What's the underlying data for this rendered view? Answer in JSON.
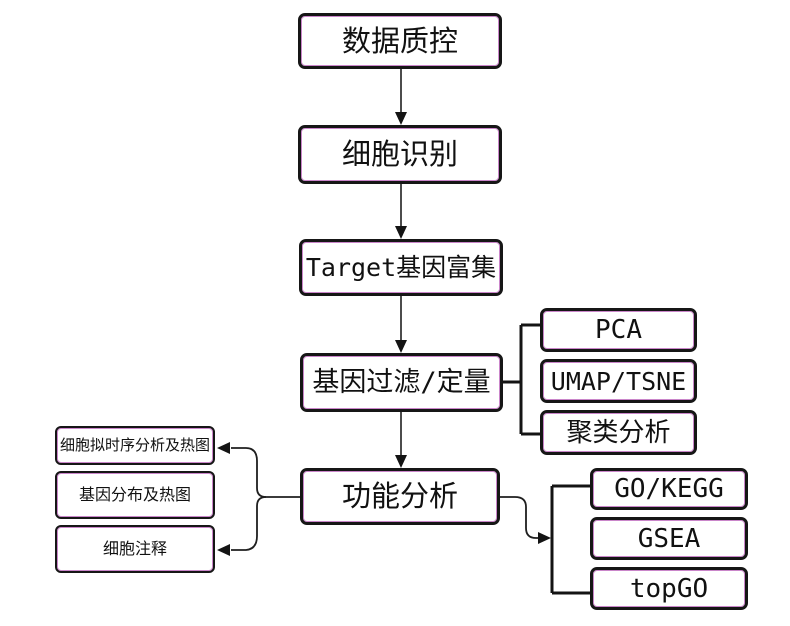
{
  "diagram": {
    "title": "single-cell analysis pipeline flowchart",
    "background_color": "#ffffff",
    "line_color": "#1f1f1f",
    "box_border_color": "#161616",
    "box_inner_line_color": "#ca86ca",
    "text_color": "#111111",
    "nodes": {
      "qc": "数据质控",
      "cell_recognition": "细胞识别",
      "target_enrichment": "Target基因富集",
      "gene_filter_quant": "基因过滤/定量",
      "functional_analysis": "功能分析",
      "pca": "PCA",
      "umap_tsne": "UMAP/TSNE",
      "clustering": "聚类分析",
      "go_kegg": "GO/KEGG",
      "gsea": "GSEA",
      "topgo": "topGO",
      "pseudotime_heatmap": "细胞拟时序分析及热图",
      "gene_dist_heatmap": "基因分布及热图",
      "cell_annotation": "细胞注释"
    },
    "edges": [
      {
        "from": "数据质控",
        "to": "细胞识别",
        "style": "arrow-down"
      },
      {
        "from": "细胞识别",
        "to": "Target基因富集",
        "style": "arrow-down"
      },
      {
        "from": "Target基因富集",
        "to": "基因过滤/定量",
        "style": "arrow-down"
      },
      {
        "from": "基因过滤/定量",
        "to": "功能分析",
        "style": "arrow-down"
      },
      {
        "from": "基因过滤/定量",
        "to": [
          "PCA",
          "UMAP/TSNE",
          "聚类分析"
        ],
        "style": "right-bracket"
      },
      {
        "from": "功能分析",
        "to": [
          "GO/KEGG",
          "GSEA",
          "topGO"
        ],
        "style": "curve-arrow-into-bracket"
      },
      {
        "from": "功能分析",
        "to": [
          "细胞拟时序分析及热图",
          "细胞注释"
        ],
        "style": "left-brace-arrows"
      },
      {
        "from": "功能分析",
        "to": [
          "基因分布及热图"
        ],
        "style": "left-brace-adjacent"
      }
    ]
  }
}
